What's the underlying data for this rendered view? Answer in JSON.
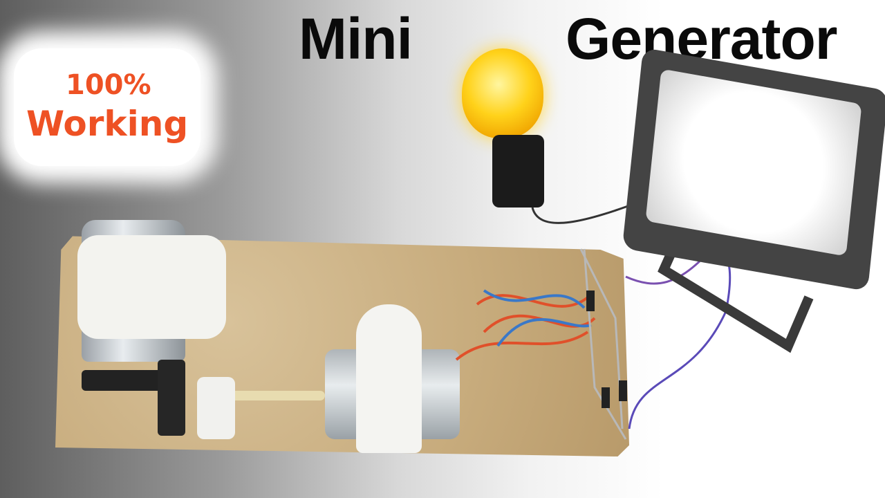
{
  "title": {
    "word1": "Mini",
    "word2": "Generator"
  },
  "badge": {
    "line1": "100%",
    "line2": "Working",
    "color": "#ee5124"
  },
  "scene": {
    "objects": [
      "wooden-board",
      "dc-motor",
      "bevel-gear",
      "pvc-clamp",
      "diodes",
      "light-bulb",
      "flood-light"
    ]
  }
}
